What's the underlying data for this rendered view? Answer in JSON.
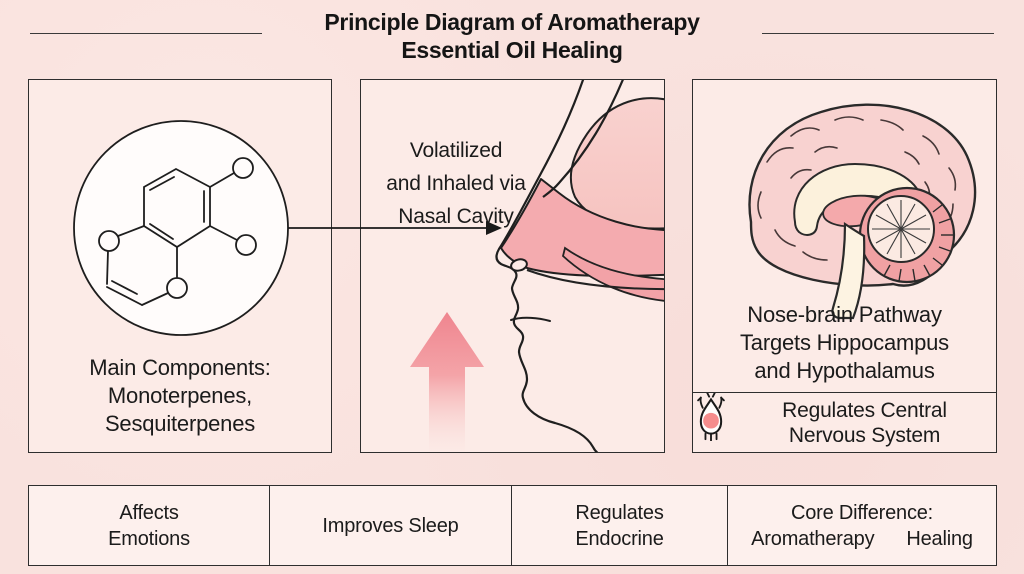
{
  "title": {
    "line1": "Principle Diagram of Aromatherapy",
    "line2": "Essential Oil Healing"
  },
  "left_panel": {
    "caption": [
      "Main Components:",
      "Monoterpenes,",
      "Sesquiterpenes"
    ]
  },
  "middle_panel": {
    "label": [
      "Volatilized",
      "and Inhaled via",
      "Nasal Cavity"
    ]
  },
  "right_panel": {
    "caption": [
      "Nose-brain Pathway",
      "Targets Hippocampus",
      "and Hypothalamus"
    ],
    "sub_caption": [
      "Regulates Central",
      "Nervous System"
    ]
  },
  "footer": {
    "cells": [
      {
        "line1": "Affects",
        "line2": "Emotions"
      },
      {
        "line1": "Improves Sleep"
      },
      {
        "line1": "Regulates",
        "line2": "Endocrine"
      },
      {
        "line1": "Core Difference:",
        "line2_left": "Aromatherapy",
        "line2_right": "Healing"
      }
    ]
  },
  "icons": {
    "molecule": "molecule-structure-icon",
    "flow_arrow": "flow-arrow-icon",
    "vapor_arrow": "vapor-arrow-icon",
    "neuron": "neuron-icon"
  },
  "colors": {
    "background": "#f9e2de",
    "panel_background": "#fcebe7",
    "border": "#2e2e2e",
    "accent_arrow_pink": "#ef858f",
    "nasal_cavity_pink": "#f4abaf",
    "cranial_light_pink": "#f8cdc9",
    "brain_fill": "#f8d2d0",
    "cerebellum_band": "#f0a1a3",
    "cream": "#fcf1dc",
    "neuron_nucleus": "#f58c8c"
  }
}
